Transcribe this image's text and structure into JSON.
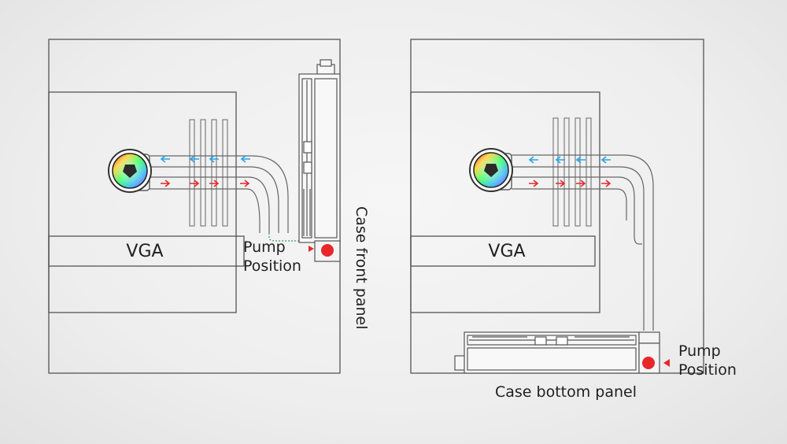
{
  "front_mount": {
    "vga_label": "VGA",
    "pump_label_line1": "Pump",
    "pump_label_line2": "Position",
    "panel_label": "Case front panel"
  },
  "bottom_mount": {
    "vga_label": "VGA",
    "pump_label_line1": "Pump",
    "pump_label_line2": "Position",
    "panel_label": "Case bottom panel"
  },
  "colors": {
    "flow_in": "#29a3e6",
    "flow_out": "#e8272a",
    "pump_marker": "#e8272a",
    "line": "#555555"
  }
}
